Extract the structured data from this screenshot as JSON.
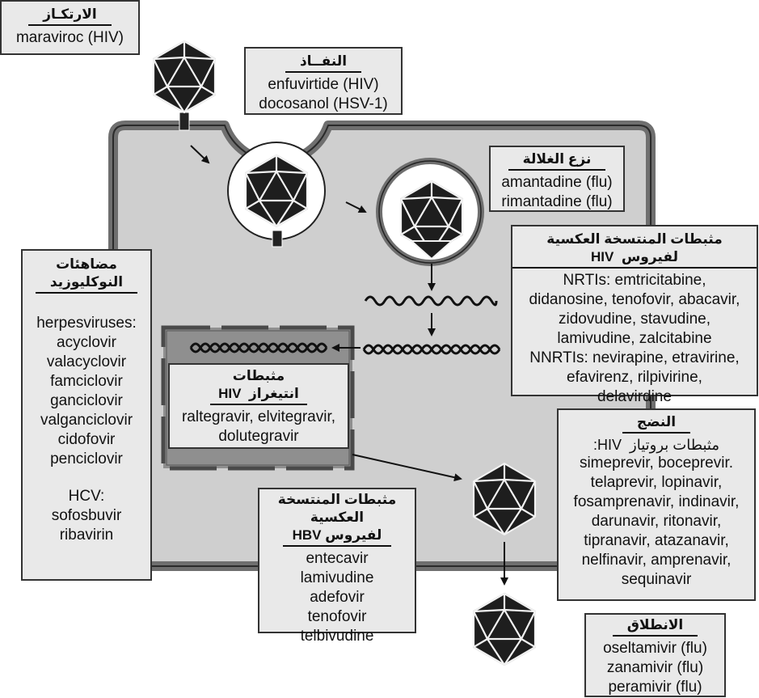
{
  "colors": {
    "cell_fill": "#cfcfcf",
    "cell_border": "#777777",
    "virus_face": "#1e1e1e",
    "box_fill": "#e9e9e9",
    "nucleus_fill": "#8f8f8f"
  },
  "attachment": {
    "title": "الارتكـاز",
    "drugs": [
      "maraviroc (HIV)"
    ]
  },
  "penetration": {
    "title": "النفــاذ",
    "drugs": [
      "enfuvirtide (HIV)",
      "docosanol (HSV-1)"
    ]
  },
  "uncoating": {
    "title": "نزع الغلالة",
    "drugs": [
      "amantadine (flu)",
      "rimantadine (flu)"
    ]
  },
  "hiv_rt_inhibitors": {
    "title": "مثبطات المنتسخة العكسية لفيروس",
    "title_virus": "HIV",
    "lines": [
      "NRTIs: emtricitabine,",
      "didanosine, tenofovir, abacavir,",
      "zidovudine, stavudine,",
      "lamivudine, zalcitabine",
      "NNRTIs: nevirapine, etravirine,",
      "efavirenz, rilpivirine,",
      "delavirdine"
    ]
  },
  "nucleoside_analogs": {
    "title_line1": "مضاهئات",
    "title_line2": "النوكليوزيد",
    "herpes_label": "herpesviruses:",
    "herpes_drugs": [
      "acyclovir",
      "valacyclovir",
      "famciclovir",
      "ganciclovir",
      "valganciclovir",
      "cidofovir",
      "penciclovir"
    ],
    "hcv_label": "HCV:",
    "hcv_drugs": [
      "sofosbuvir",
      "ribavirin"
    ]
  },
  "integrase": {
    "title_line1": "مثبطات",
    "title_line2": "انتيغراز",
    "title_virus": "HIV",
    "lines": [
      "raltegravir, elvitegravir,",
      "dolutegravir"
    ]
  },
  "hbv_rt_inhibitors": {
    "title_line1": "مثبطات المنتسخة العكسية",
    "title_line2": "لفيروس",
    "title_virus": "HBV",
    "drugs": [
      "entecavir",
      "lamivudine",
      "adefovir",
      "tenofovir",
      "telbivudine"
    ]
  },
  "maturation": {
    "title": "النضج",
    "subtitle": "مثبطات بروتياز",
    "subtitle_virus": "HIV:",
    "lines": [
      "simeprevir, boceprevir.",
      "telaprevir, lopinavir,",
      "fosamprenavir, indinavir,",
      "darunavir, ritonavir,",
      "tipranavir, atazanavir,",
      "nelfinavir, amprenavir,",
      "sequinavir"
    ]
  },
  "release": {
    "title": "الانطلاق",
    "drugs": [
      "oseltamivir (flu)",
      "zanamivir (flu)",
      "peramivir (flu)"
    ]
  }
}
